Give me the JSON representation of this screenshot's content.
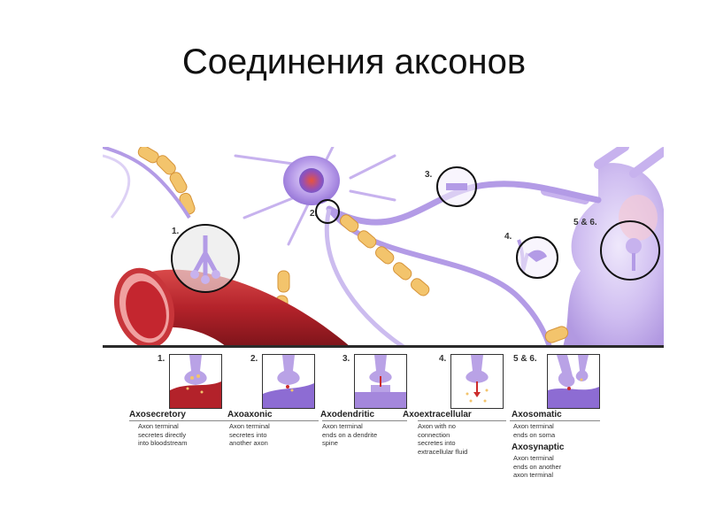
{
  "title": "Соединения аксонов",
  "figure": {
    "callouts": [
      "1.",
      "2.",
      "3.",
      "4.",
      "5 & 6."
    ],
    "panel_numbers": [
      "1.",
      "2.",
      "3.",
      "4.",
      "5 & 6."
    ],
    "types": [
      {
        "name": "Axosecretory",
        "description": "Axon terminal\nsecretes directly\ninto bloodstream"
      },
      {
        "name": "Axoaxonic",
        "description": "Axon terminal\nsecretes into\nanother axon"
      },
      {
        "name": "Axodendritic",
        "description": "Axon terminal\nends on a dendrite\nspine"
      },
      {
        "name": "Axoextracellular",
        "description": "Axon with no\nconnection\nsecretes into\nextracellular fluid"
      },
      {
        "name": "Axosomatic",
        "description": "Axon terminal\nends on soma"
      },
      {
        "name": "Axosynaptic",
        "description": "Axon terminal\nends on another\naxon terminal"
      }
    ]
  },
  "colors": {
    "vessel": "#b3222a",
    "neuron": "#b9a2e6",
    "myelin": "#f3c46c",
    "background": "#ffffff"
  }
}
